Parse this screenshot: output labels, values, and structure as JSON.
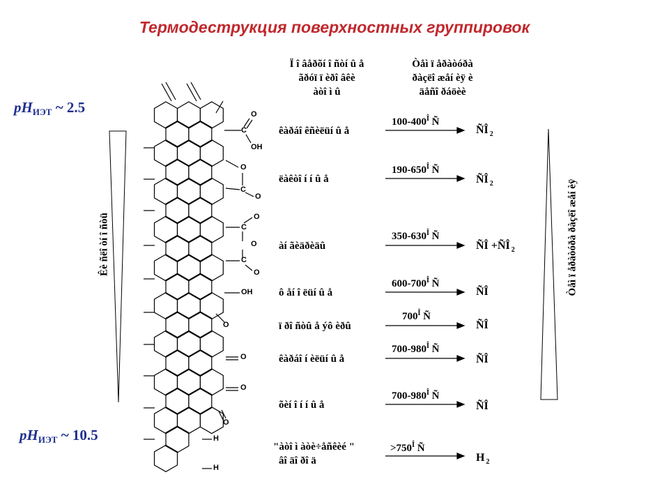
{
  "title": "Термодеструкция поверхностных группировок",
  "ph_top": {
    "label": "pH",
    "sub": "ИЭТ",
    "value": " ~ 2.5"
  },
  "ph_bottom": {
    "label": "pH",
    "sub": "ИЭТ",
    "value": " ~ 10.5"
  },
  "left_axis_label": "Êè ñëî òí î ñòü",
  "right_axis_label": "Òåì ï åðàòóðà ðàçëî æåí èÿ",
  "header": {
    "groups": [
      "Ï î âåðõí î ñòí û å",
      "ãðóï ï èðî âêè",
      "àòî ì û"
    ],
    "temperature": [
      "Òåì ï åðàòóðà",
      "ðàçëî æåí èÿ è",
      "äåñî ðáöèè"
    ]
  },
  "rows": [
    {
      "group": "êàðáî êñèëüí û å",
      "temp": "100-400",
      "product": "ÑÎ",
      "sub": "2"
    },
    {
      "group": "ëàêòî í í û å",
      "temp": "190-650",
      "product": "ÑÎ",
      "sub": "2"
    },
    {
      "group": "àí ãèäðèäû",
      "temp": "350-630",
      "product": "ÑÎ +ÑÎ",
      "sub": "2"
    },
    {
      "group": "ô åí î ëüí û å",
      "temp": "600-700",
      "product": "ÑÎ",
      "sub": ""
    },
    {
      "group": "ï ðî ñòû å ýô èðû",
      "temp": "700",
      "product": "ÑÎ",
      "sub": ""
    },
    {
      "group": "êàðáî í èëüí û å",
      "temp": "700-980",
      "product": "ÑÎ",
      "sub": ""
    },
    {
      "group": "õèí î í í û å",
      "temp": "700-980",
      "product": "ÑÎ",
      "sub": ""
    },
    {
      "group": "\"àòî ì àòè÷åñêèé \"",
      "group2": "âî äî ðî ä",
      "temp": ">750",
      "product": "H",
      "sub": "2"
    }
  ],
  "degree_symbol": "Î Ñ",
  "atoms": {
    "o": "O",
    "c": "C",
    "oh": "OH",
    "h": "H"
  },
  "colors": {
    "title": "#c0282d",
    "ph": "#1f2f8f"
  }
}
